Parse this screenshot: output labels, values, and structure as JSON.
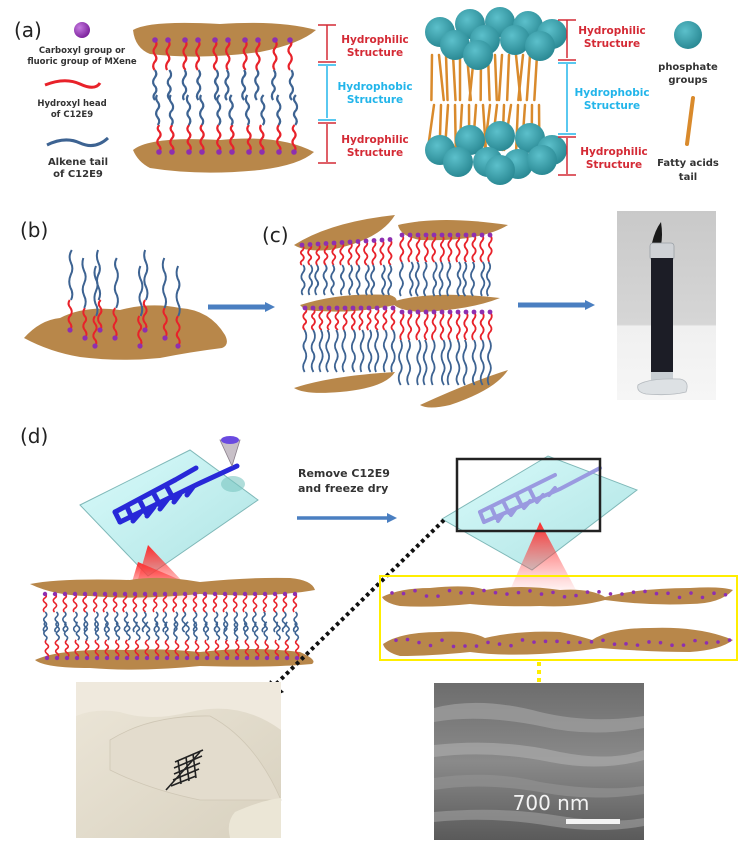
{
  "panels": {
    "a": {
      "label": "(a)"
    },
    "b": {
      "label": "(b)"
    },
    "c": {
      "label": "(c)"
    },
    "d": {
      "label": "(d)"
    }
  },
  "legend_left": {
    "carboxyl": "Carboxyl group or",
    "carboxyl2": "fluoric group of MXene",
    "hydroxyl": "Hydroxyl head",
    "hydroxyl2": "of C12E9",
    "alkene": "Alkene tail",
    "alkene2": "of C12E9"
  },
  "structure_labels": {
    "hydrophilic_1": "Hydrophilic",
    "hydrophilic_2": "Structure",
    "hydrophobic_1": "Hydrophobic",
    "hydrophobic_2": "Structure"
  },
  "legend_right": {
    "phosphate1": "phosphate",
    "phosphate2": "groups",
    "fatty1": "Fatty acids",
    "fatty2": "tail"
  },
  "step": {
    "line1": "Remove C12E9",
    "line2": "and freeze dry"
  },
  "sem": {
    "scale_bar": "700 nm"
  },
  "colors": {
    "mxene": "#b8874a",
    "head": "#e8222a",
    "tail": "#3d6392",
    "dot": "#8e2fb0",
    "philic": "#d42a35",
    "phobic": "#22b5ea",
    "phosphate": "#3aa0ac",
    "fatty": "#d98a2c",
    "arrow": "#4a7fc1",
    "highlight": "#ffee00"
  }
}
